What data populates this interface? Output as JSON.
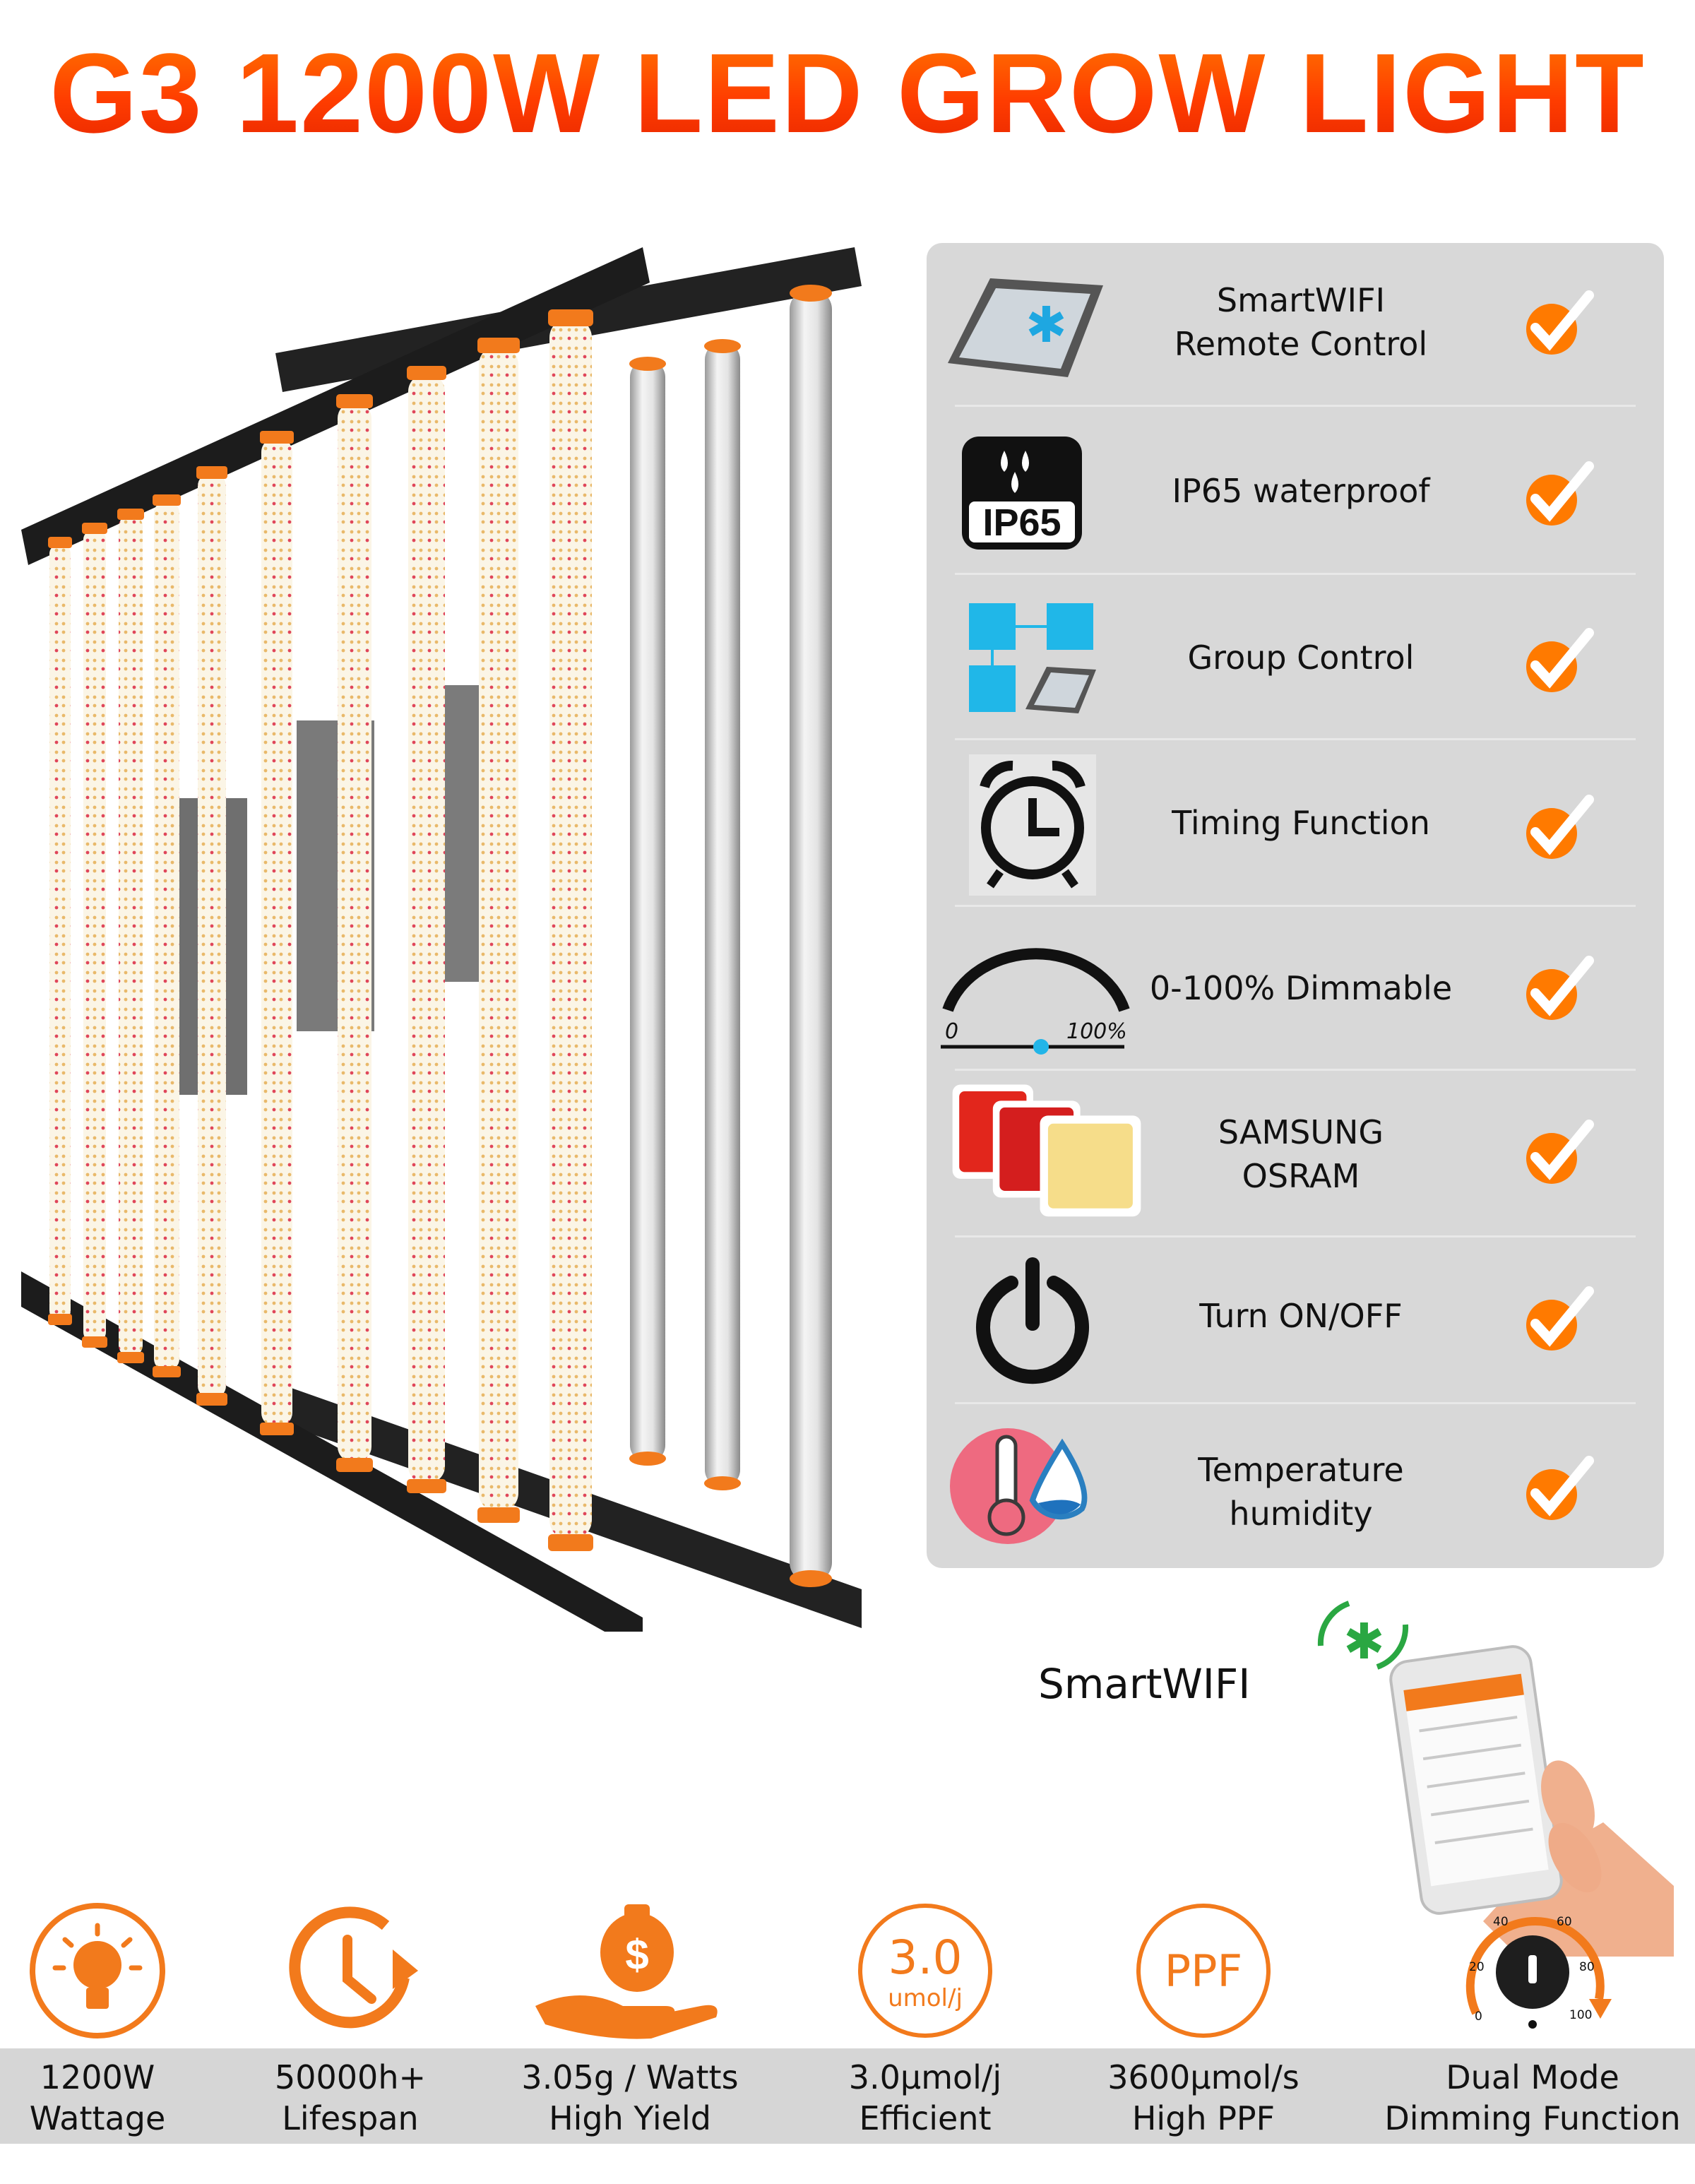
{
  "title": "G3 1200W LED GROW LIGHT",
  "colors": {
    "accent": "#ff5a00",
    "panel_bg": "#d8d8d8",
    "band_bg": "#d6d6d6"
  },
  "features": [
    {
      "label": "SmartWIFI\nRemote Control",
      "icon": "tablet-bluetooth-icon"
    },
    {
      "label": "IP65 waterproof",
      "icon": "ip65-icon",
      "icon_text": "IP65"
    },
    {
      "label": "Group Control",
      "icon": "group-control-icon"
    },
    {
      "label": "Timing Function",
      "icon": "alarm-clock-icon"
    },
    {
      "label": "0-100% Dimmable",
      "icon": "dimmer-dial-icon",
      "scale_min": "0",
      "scale_max": "100%"
    },
    {
      "label": "SAMSUNG\nOSRAM",
      "icon": "led-chips-icon"
    },
    {
      "label": "Turn ON/OFF",
      "icon": "power-icon"
    },
    {
      "label": "Temperature\nhumidity",
      "icon": "thermometer-humidity-icon"
    }
  ],
  "smartwifi_label": "SmartWIFI",
  "specs": [
    {
      "line1": "1200W",
      "line2": "Wattage",
      "icon": "bulb-icon"
    },
    {
      "line1": "50000h+",
      "line2": "Lifespan",
      "icon": "clock-lifespan-icon"
    },
    {
      "line1": "3.05g / Watts",
      "line2": "High Yield",
      "icon": "money-hand-icon",
      "icon_text": "$"
    },
    {
      "line1": "3.0μmol/j",
      "line2": "Efficient",
      "icon": "efficiency-icon",
      "icon_text": "3.0",
      "icon_subtext": "umol/j"
    },
    {
      "line1": "3600μmol/s",
      "line2": "High PPF",
      "icon": "ppf-icon",
      "icon_text": "PPF"
    },
    {
      "line1": "Dual Mode",
      "line2": "Dimming Function",
      "icon": "dimming-knob-icon",
      "knob_labels": [
        "0",
        "20",
        "40",
        "60",
        "80",
        "100"
      ]
    }
  ]
}
